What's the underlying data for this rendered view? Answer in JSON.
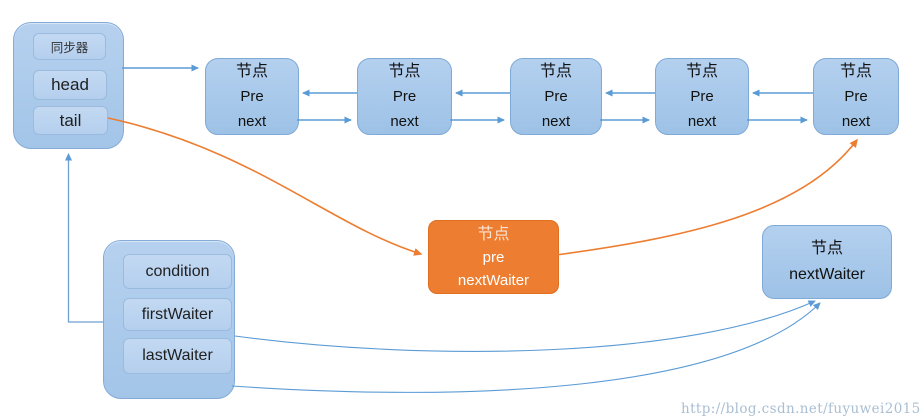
{
  "colors": {
    "blue_fill": "#a6c7e9",
    "blue_border": "#7fa9d6",
    "blue_line": "#5b9bd5",
    "orange": "#ed7d31",
    "text": "#1f1f1f",
    "watermark_text": "#a9bed2"
  },
  "sync_box": {
    "title": "同步器",
    "head": "head",
    "tail": "tail"
  },
  "queue_nodes": [
    {
      "label": "节点",
      "pre": "Pre",
      "next": "next"
    },
    {
      "label": "节点",
      "pre": "Pre",
      "next": "next"
    },
    {
      "label": "节点",
      "pre": "Pre",
      "next": "next"
    },
    {
      "label": "节点",
      "pre": "Pre",
      "next": "next"
    },
    {
      "label": "节点",
      "pre": "Pre",
      "next": "next"
    }
  ],
  "orange_node": {
    "label": "节点",
    "pre": "pre",
    "next_waiter": "nextWaiter"
  },
  "condition_box": {
    "condition": "condition",
    "first_waiter": "firstWaiter",
    "last_waiter": "lastWaiter"
  },
  "waiter_node": {
    "label": "节点",
    "next_waiter": "nextWaiter"
  },
  "watermark": "http://blog.csdn.net/fuyuwei2015"
}
